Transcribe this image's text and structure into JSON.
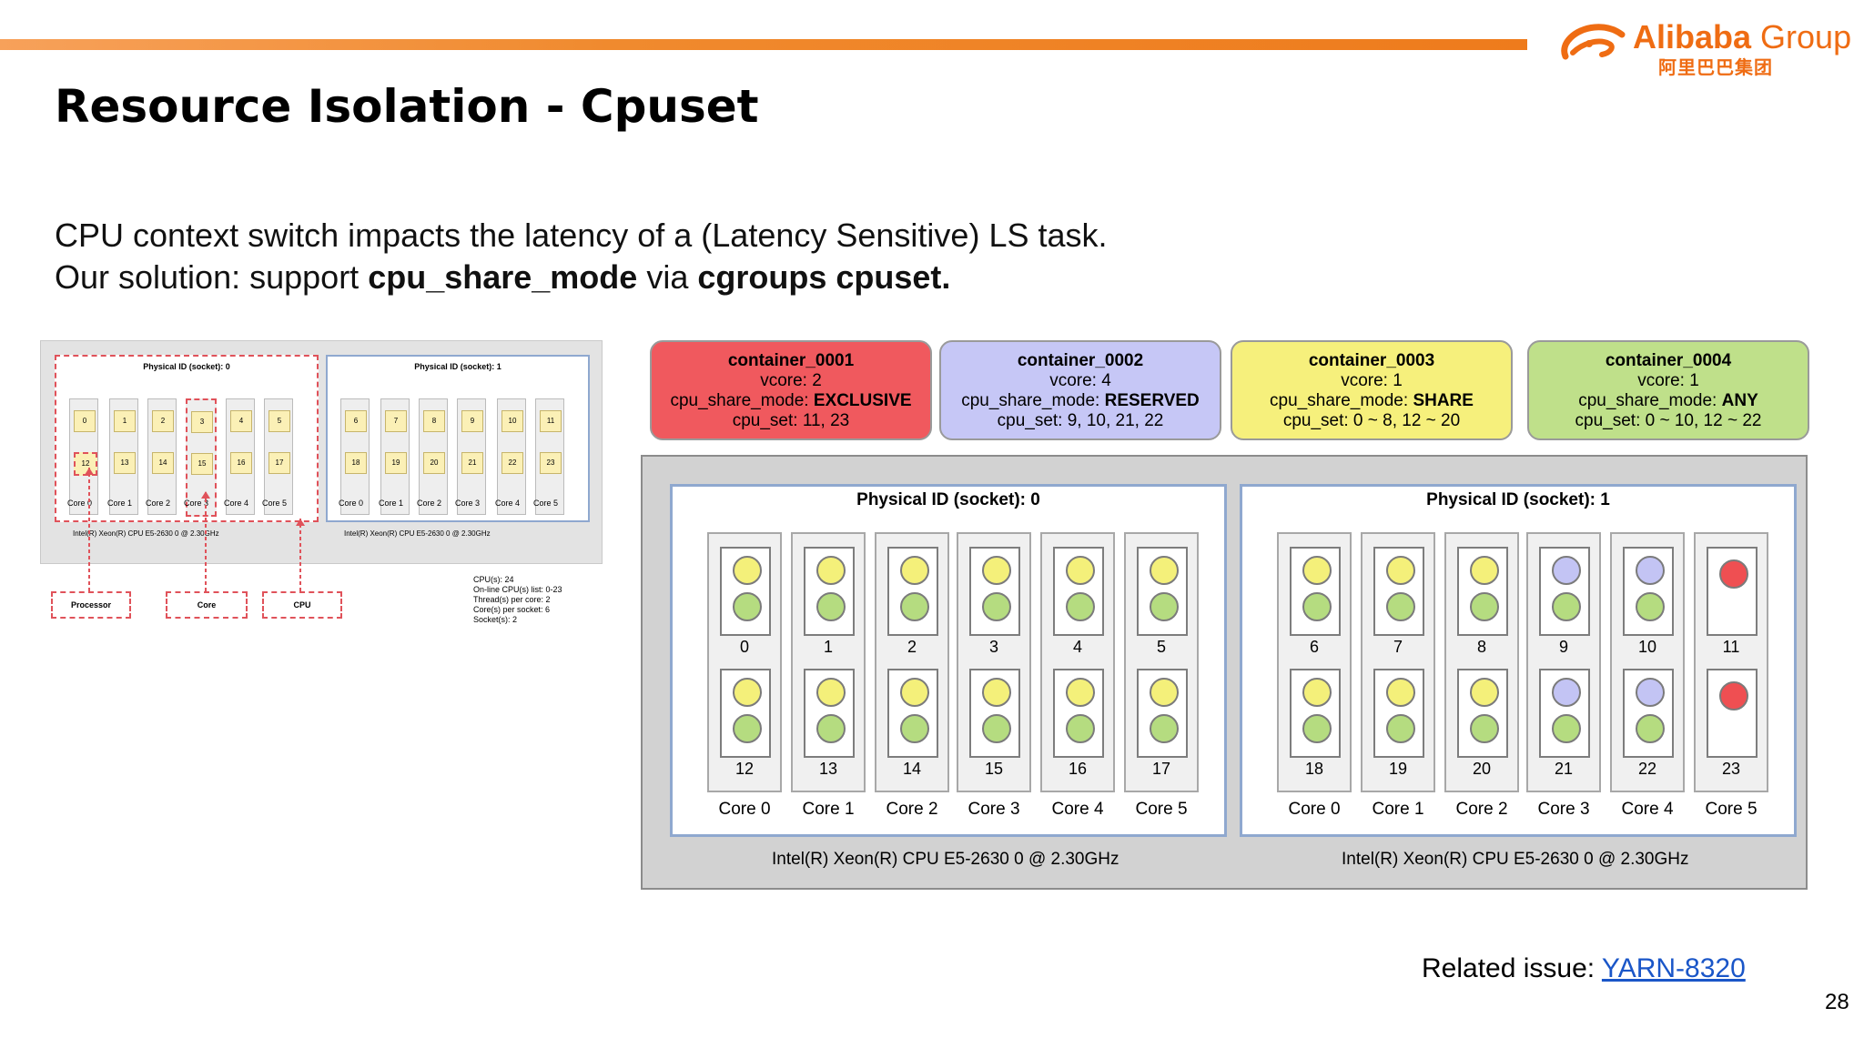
{
  "logo": {
    "brand": "Alibaba",
    "group": "Group",
    "cn": "阿里巴巴集团"
  },
  "title": "Resource Isolation - Cpuset",
  "body": {
    "line1": "CPU context switch impacts the latency of a (Latency Sensitive) LS task.",
    "line2_prefix": "Our solution: support ",
    "line2_bold1": "cpu_share_mode",
    "line2_mid": " via ",
    "line2_bold2": "cgroups cpuset."
  },
  "small_diagram": {
    "sockets": [
      {
        "title": "Physical ID (socket): 0",
        "cpus_top": [
          "0",
          "1",
          "2",
          "3",
          "4",
          "5"
        ],
        "cpus_bottom": [
          "12",
          "13",
          "14",
          "15",
          "16",
          "17"
        ],
        "cores": [
          "Core 0",
          "Core 1",
          "Core 2",
          "Core 3",
          "Core 4",
          "Core 5"
        ],
        "chip": "Intel(R) Xeon(R) CPU E5-2630 0 @ 2.30GHz"
      },
      {
        "title": "Physical ID (socket): 1",
        "cpus_top": [
          "6",
          "7",
          "8",
          "9",
          "10",
          "11"
        ],
        "cpus_bottom": [
          "18",
          "19",
          "20",
          "21",
          "22",
          "23"
        ],
        "cores": [
          "Core 0",
          "Core 1",
          "Core 2",
          "Core 3",
          "Core 4",
          "Core 5"
        ],
        "chip": "Intel(R) Xeon(R) CPU E5-2630 0 @ 2.30GHz"
      }
    ],
    "labels": [
      "Processor",
      "Core",
      "CPU"
    ],
    "info": "CPU(s): 24\nOn-line CPU(s) list: 0-23\nThread(s) per core: 2\nCore(s) per socket: 6\nSocket(s): 2"
  },
  "containers": [
    {
      "name": "container_0001",
      "vcore": "vcore: 2",
      "mode_prefix": "cpu_share_mode: ",
      "mode": "EXCLUSIVE",
      "cpuset": "cpu_set: 11, 23",
      "color": "#f0595e"
    },
    {
      "name": "container_0002",
      "vcore": "vcore: 4",
      "mode_prefix": "cpu_share_mode: ",
      "mode": "RESERVED",
      "cpuset": "cpu_set: 9, 10, 21, 22",
      "color": "#c6c7f6"
    },
    {
      "name": "container_0003",
      "vcore": "vcore: 1",
      "mode_prefix": "cpu_share_mode: ",
      "mode": "SHARE",
      "cpuset": "cpu_set: 0 ~ 8, 12 ~ 20",
      "color": "#f6f07c"
    },
    {
      "name": "container_0004",
      "vcore": "vcore: 1",
      "mode_prefix": "cpu_share_mode: ",
      "mode": "ANY",
      "cpuset": "cpu_set: 0 ~ 10, 12 ~ 22",
      "color": "#bfe08a"
    }
  ],
  "big_diagram": {
    "sockets": [
      {
        "title": "Physical ID (socket): 0",
        "chip": "Intel(R) Xeon(R) CPU E5-2630 0 @ 2.30GHz",
        "cores": [
          {
            "label": "Core 0",
            "top": "0",
            "bottom": "12",
            "top_dots": [
              "yellow",
              "green"
            ],
            "bottom_dots": [
              "yellow",
              "green"
            ]
          },
          {
            "label": "Core 1",
            "top": "1",
            "bottom": "13",
            "top_dots": [
              "yellow",
              "green"
            ],
            "bottom_dots": [
              "yellow",
              "green"
            ]
          },
          {
            "label": "Core 2",
            "top": "2",
            "bottom": "14",
            "top_dots": [
              "yellow",
              "green"
            ],
            "bottom_dots": [
              "yellow",
              "green"
            ]
          },
          {
            "label": "Core 3",
            "top": "3",
            "bottom": "15",
            "top_dots": [
              "yellow",
              "green"
            ],
            "bottom_dots": [
              "yellow",
              "green"
            ]
          },
          {
            "label": "Core 4",
            "top": "4",
            "bottom": "16",
            "top_dots": [
              "yellow",
              "green"
            ],
            "bottom_dots": [
              "yellow",
              "green"
            ]
          },
          {
            "label": "Core 5",
            "top": "5",
            "bottom": "17",
            "top_dots": [
              "yellow",
              "green"
            ],
            "bottom_dots": [
              "yellow",
              "green"
            ]
          }
        ]
      },
      {
        "title": "Physical ID (socket): 1",
        "chip": "Intel(R) Xeon(R) CPU E5-2630 0 @ 2.30GHz",
        "cores": [
          {
            "label": "Core 0",
            "top": "6",
            "bottom": "18",
            "top_dots": [
              "yellow",
              "green"
            ],
            "bottom_dots": [
              "yellow",
              "green"
            ]
          },
          {
            "label": "Core 1",
            "top": "7",
            "bottom": "19",
            "top_dots": [
              "yellow",
              "green"
            ],
            "bottom_dots": [
              "yellow",
              "green"
            ]
          },
          {
            "label": "Core 2",
            "top": "8",
            "bottom": "20",
            "top_dots": [
              "yellow",
              "green"
            ],
            "bottom_dots": [
              "yellow",
              "green"
            ]
          },
          {
            "label": "Core 3",
            "top": "9",
            "bottom": "21",
            "top_dots": [
              "purple",
              "green"
            ],
            "bottom_dots": [
              "purple",
              "green"
            ]
          },
          {
            "label": "Core 4",
            "top": "10",
            "bottom": "22",
            "top_dots": [
              "purple",
              "green"
            ],
            "bottom_dots": [
              "purple",
              "green"
            ]
          },
          {
            "label": "Core 5",
            "top": "11",
            "bottom": "23",
            "top_dots": [
              "red"
            ],
            "bottom_dots": [
              "red"
            ]
          }
        ]
      }
    ],
    "dot_colors": {
      "yellow": "#f4f07a",
      "green": "#b5dc80",
      "purple": "#c3c4f4",
      "red": "#ef4f52"
    }
  },
  "related": {
    "prefix": "Related issue: ",
    "link": "YARN-8320"
  },
  "page_number": "28"
}
